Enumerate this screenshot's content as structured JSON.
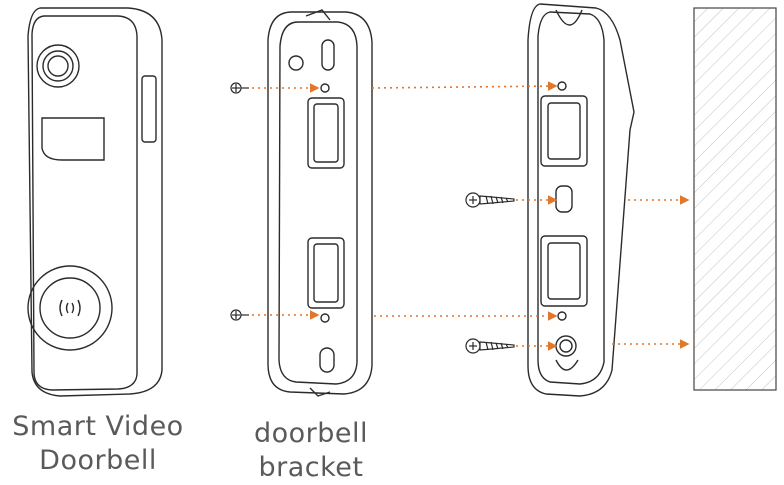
{
  "captions": {
    "doorbell": {
      "line1": "Smart Video",
      "line2": "Doorbell"
    },
    "bracket": {
      "line1": "doorbell",
      "line2": "bracket"
    }
  },
  "colors": {
    "outline": "#2b2b2b",
    "guide": "#e0772a",
    "hatch": "#bdbdbd",
    "caption": "#5a5a5a"
  }
}
